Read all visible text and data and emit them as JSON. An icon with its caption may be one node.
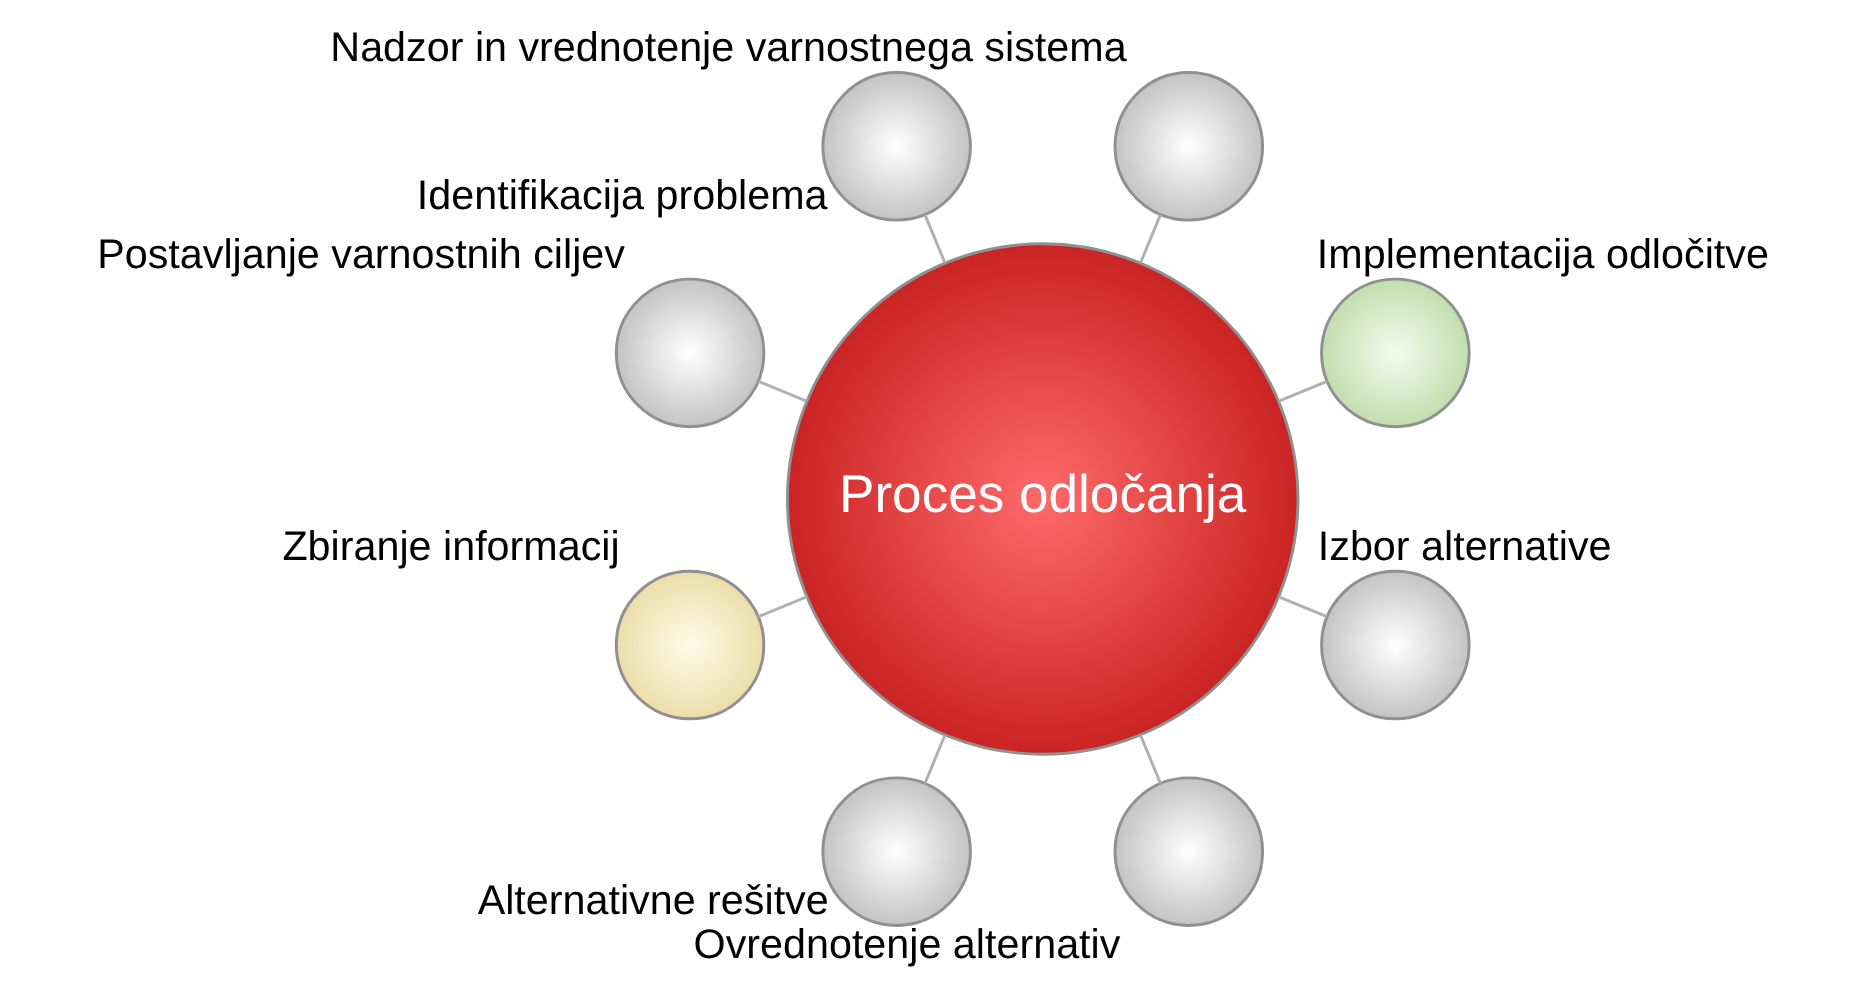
{
  "diagram": {
    "nodes": [
      {
        "text": [
          "Proces odločanja"
        ]
      },
      {
        "text": [],
        "shape": "circle",
        "beside": [
          "Implementacija odločitve"
        ]
      },
      {
        "text": [],
        "shape": "circle",
        "beside": [
          "Nadzor in vrednotenje varnostnega sistema"
        ]
      },
      {
        "text": [],
        "shape": "circle",
        "beside": [
          "Identifikacija problema"
        ]
      },
      {
        "text": [],
        "shape": "circle",
        "beside": [
          "Postavljanje varnostnih ciljev"
        ]
      },
      {
        "text": [],
        "shape": "circle",
        "beside": [
          "Zbiranje informacij"
        ]
      },
      {
        "text": [],
        "shape": "circle",
        "beside": [
          "Alternativne rešitve"
        ]
      },
      {
        "text": [],
        "shape": "circle",
        "beside": [
          "Ovrednotenje alternativ"
        ]
      },
      {
        "text": [],
        "shape": "circle",
        "beside": [
          "Izbor alternative"
        ]
      }
    ],
    "edges": [
      {
        "from": 0,
        "to": 1,
        "arrow": "none"
      },
      {
        "from": 0,
        "to": 2,
        "arrow": "none"
      },
      {
        "from": 0,
        "to": 3,
        "arrow": "none"
      },
      {
        "from": 0,
        "to": 4,
        "arrow": "none"
      },
      {
        "from": 0,
        "to": 5,
        "arrow": "none"
      },
      {
        "from": 0,
        "to": 6,
        "arrow": "none"
      },
      {
        "from": 0,
        "to": 7,
        "arrow": "none"
      },
      {
        "from": 0,
        "to": 8,
        "arrow": "none"
      }
    ]
  }
}
